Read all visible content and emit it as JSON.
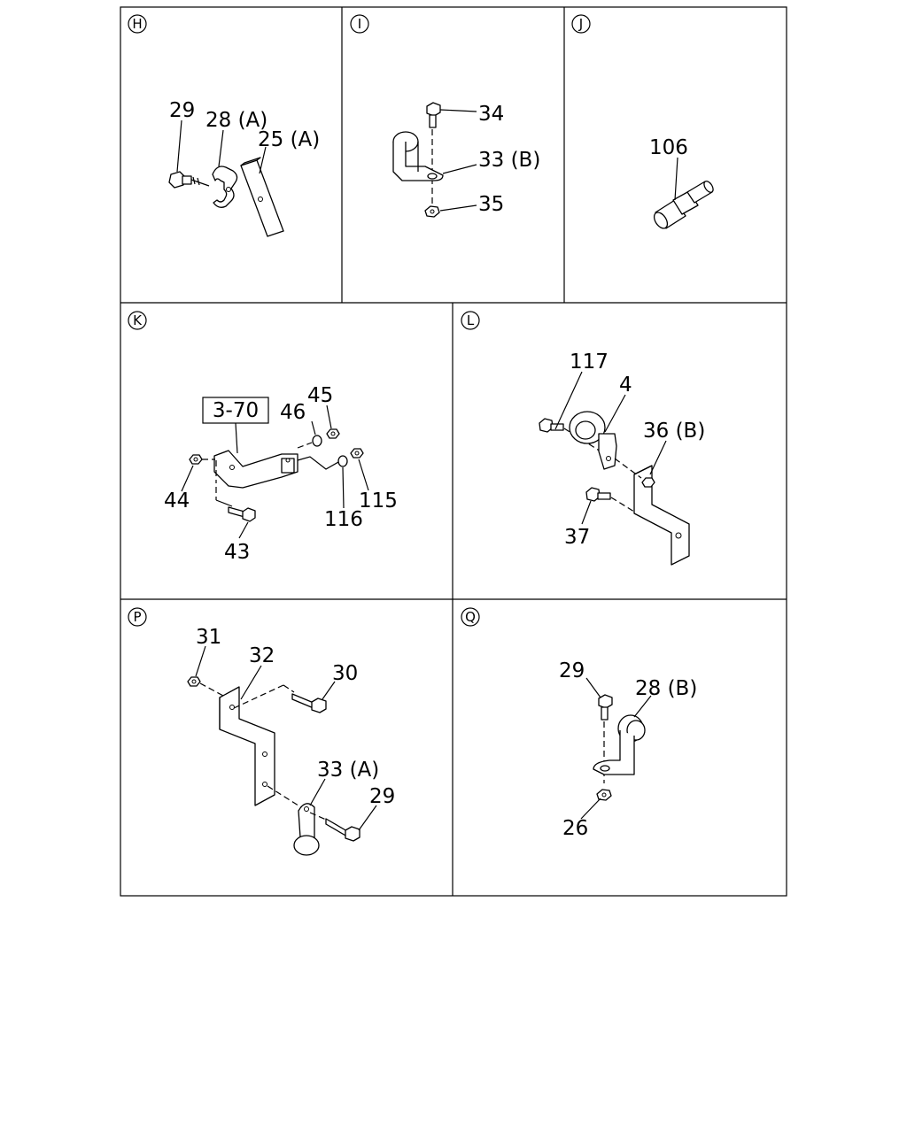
{
  "sections": {
    "H": {
      "letter": "H",
      "labels": [
        "29",
        "28 (A)",
        "25 (A)"
      ]
    },
    "I": {
      "letter": "I",
      "labels": [
        "34",
        "33 (B)",
        "35"
      ]
    },
    "J": {
      "letter": "J",
      "labels": [
        "106"
      ]
    },
    "K": {
      "letter": "K",
      "labels": [
        "3-70",
        "46",
        "45",
        "44",
        "116",
        "115",
        "43"
      ]
    },
    "L": {
      "letter": "L",
      "labels": [
        "117",
        "4",
        "36 (B)",
        "37"
      ]
    },
    "P": {
      "letter": "P",
      "labels": [
        "31",
        "32",
        "30",
        "33 (A)",
        "29"
      ]
    },
    "Q": {
      "letter": "Q",
      "labels": [
        "29",
        "28 (B)",
        "26"
      ]
    }
  }
}
